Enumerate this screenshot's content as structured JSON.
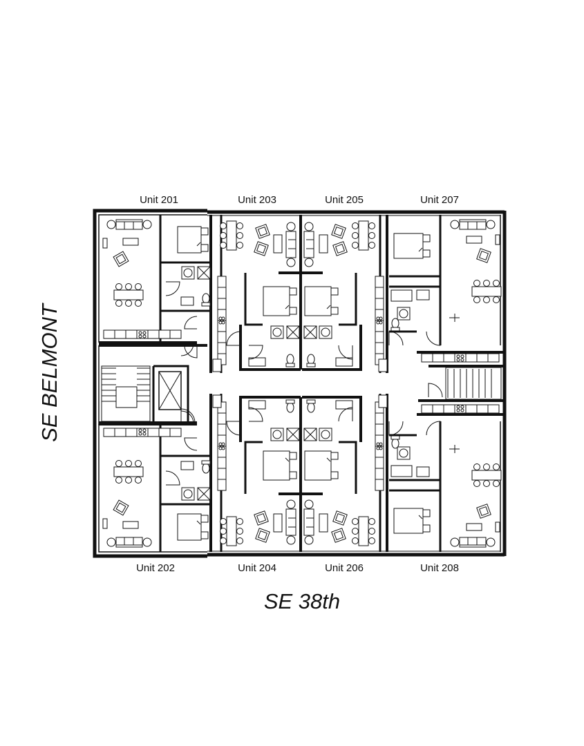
{
  "plan": {
    "top_units": [
      "Unit 201",
      "Unit 203",
      "Unit 205",
      "Unit 207"
    ],
    "bottom_units": [
      "Unit 202",
      "Unit 204",
      "Unit 206",
      "Unit 208"
    ],
    "street_left": "SE BELMONT",
    "street_bottom": "SE 38th",
    "line_color": "#111111"
  }
}
